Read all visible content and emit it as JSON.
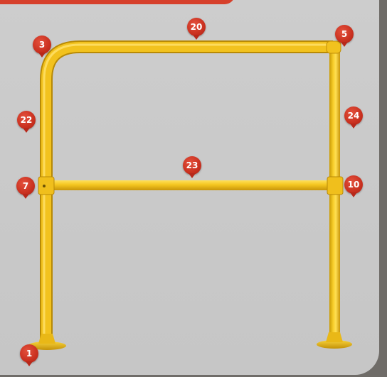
{
  "markers": {
    "m1": "1",
    "m3": "3",
    "m5": "5",
    "m7": "7",
    "m10": "10",
    "m20": "20",
    "m22": "22",
    "m23": "23",
    "m24": "24"
  },
  "colors": {
    "rail": "#f3c21b",
    "marker": "#d33a27",
    "background": "#cbcbcb"
  }
}
